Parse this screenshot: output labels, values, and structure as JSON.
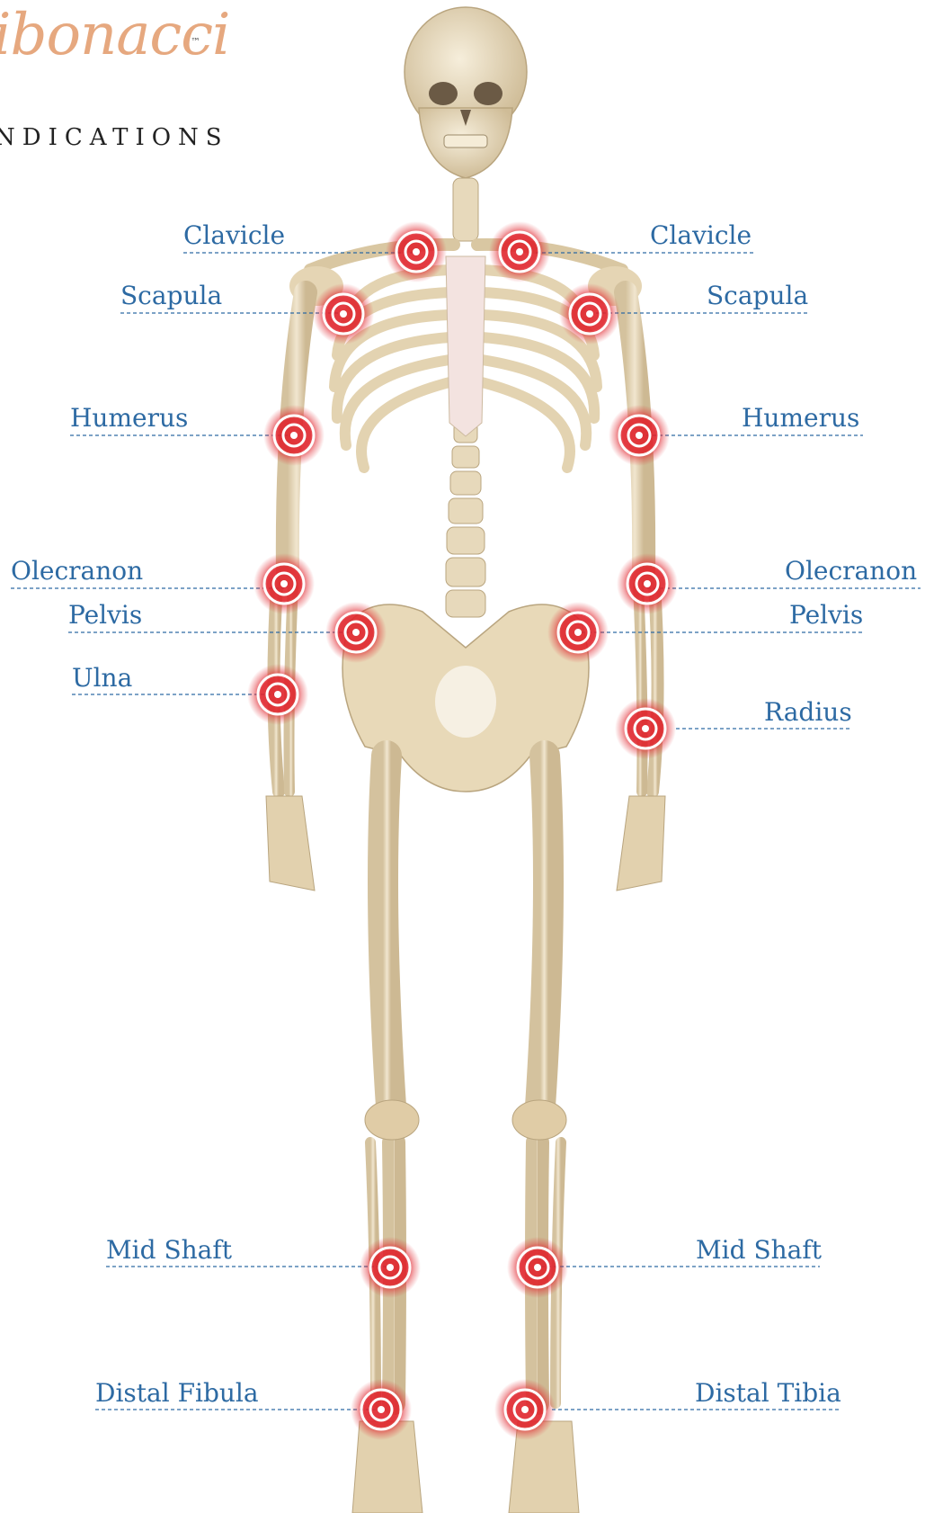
{
  "logo": {
    "script": "ibonacci",
    "trademark": "™",
    "subtitle": "NDICATIONS"
  },
  "colors": {
    "label": "#2d6aa3",
    "target": "#e0242c",
    "bone": "#e9dcc0",
    "bone_shade": "#c9b58f",
    "logo": "#e6a87f"
  },
  "labels": {
    "clavicle_left": "Clavicle",
    "clavicle_right": "Clavicle",
    "scapula_left": "Scapula",
    "scapula_right": "Scapula",
    "humerus_left": "Humerus",
    "humerus_right": "Humerus",
    "olecranon_left": "Olecranon",
    "olecranon_right": "Olecranon",
    "pelvis_left": "Pelvis",
    "pelvis_right": "Pelvis",
    "ulna": "Ulna",
    "radius": "Radius",
    "midshaft_left": "Mid Shaft",
    "midshaft_right": "Mid Shaft",
    "distal_fibula": "Distal Fibula",
    "distal_tibia": "Distal Tibia"
  }
}
